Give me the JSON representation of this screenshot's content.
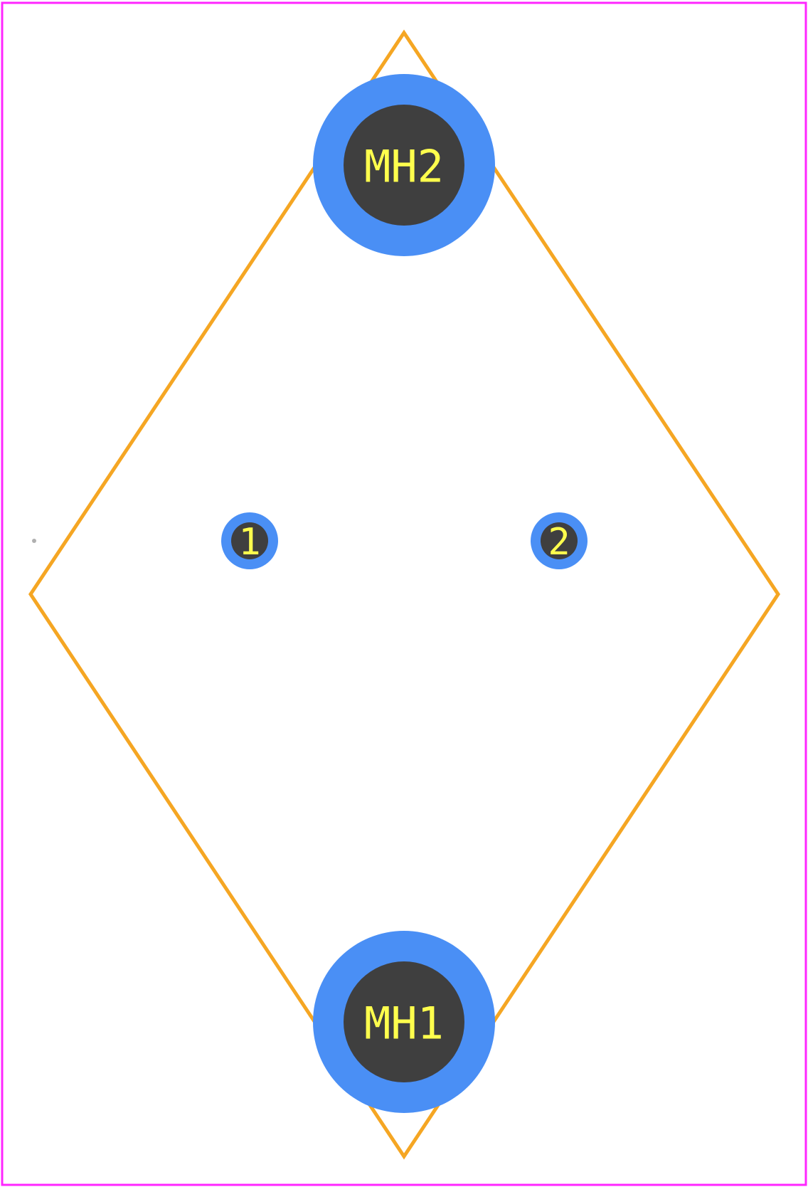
{
  "colors": {
    "background": "#ffffff",
    "board_outline": "#ff26ff",
    "silkscreen": "#f5a623",
    "pad_copper": "#4a8ff5",
    "drill_hole": "#3f3f3f",
    "pad_label": "#ffff4d",
    "origin_marker": "#b0b0b0"
  },
  "pads": [
    {
      "id": "mh2",
      "label": "MH2",
      "kind": "mounting-hole"
    },
    {
      "id": "p1",
      "label": "1",
      "kind": "through-hole-pin"
    },
    {
      "id": "p2",
      "label": "2",
      "kind": "through-hole-pin"
    },
    {
      "id": "mh1",
      "label": "MH1",
      "kind": "mounting-hole"
    }
  ]
}
